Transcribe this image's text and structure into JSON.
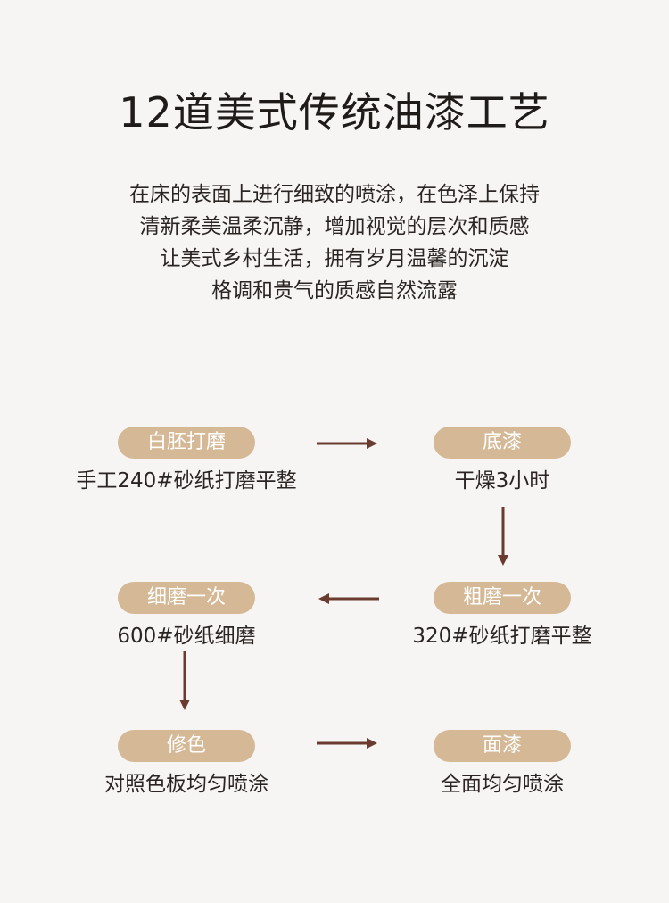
{
  "title": "12道美式传统油漆工艺",
  "intro": [
    "在床的表面上进行细致的喷涂，在色泽上保持",
    "清新柔美温柔沉静，增加视觉的层次和质感",
    "让美式乡村生活，拥有岁月温馨的沉淀",
    "格调和贵气的质感自然流露"
  ],
  "steps": [
    {
      "label": "白胚打磨",
      "desc": "手工240#砂纸打磨平整"
    },
    {
      "label": "底漆",
      "desc": "干燥3小时"
    },
    {
      "label": "粗磨一次",
      "desc": "320#砂纸打磨平整"
    },
    {
      "label": "细磨一次",
      "desc": "600#砂纸细磨"
    },
    {
      "label": "修色",
      "desc": "对照色板均匀喷涂"
    },
    {
      "label": "面漆",
      "desc": "全面均匀喷涂"
    }
  ],
  "colors": {
    "background": "#f6f5f4",
    "pill": "#d5b996",
    "arrow": "#6b3b30",
    "text": "#2a2522"
  }
}
